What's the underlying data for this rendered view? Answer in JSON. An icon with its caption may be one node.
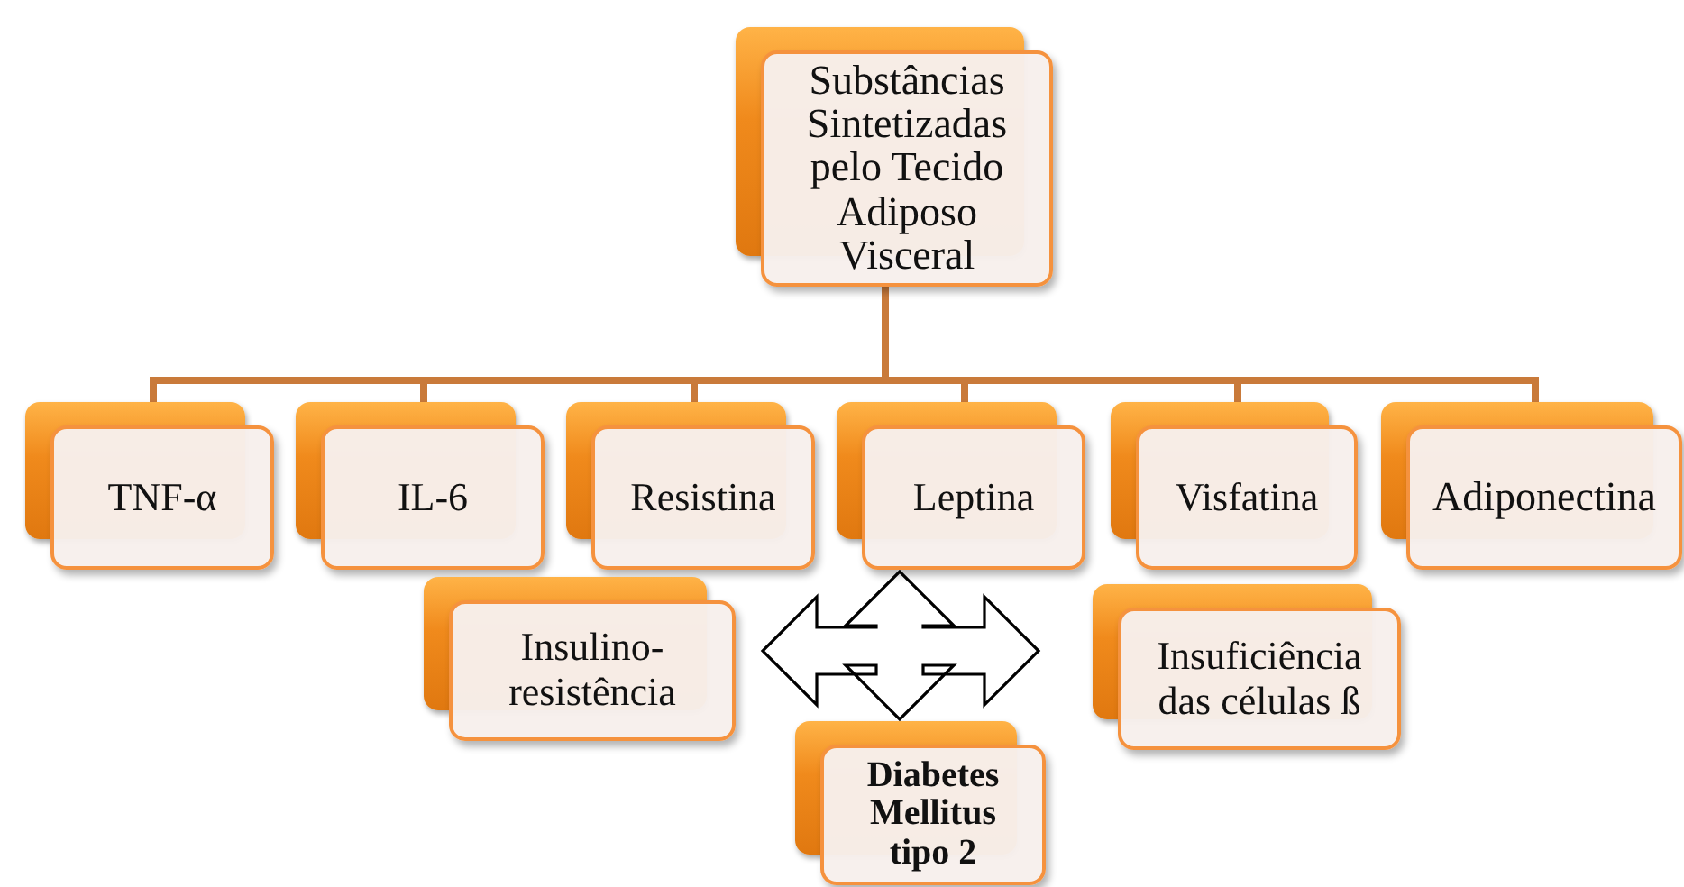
{
  "diagram": {
    "nodes": [
      {
        "text": [
          "Substâncias Sintetizadas pelo Tecido Adiposo Visceral"
        ]
      },
      {
        "text": [
          "TNF-α"
        ]
      },
      {
        "text": [
          "IL-6"
        ]
      },
      {
        "text": [
          "Resistina"
        ]
      },
      {
        "text": [
          "Leptina"
        ]
      },
      {
        "text": [
          "Visfatina"
        ]
      },
      {
        "text": [
          "Adiponectina"
        ]
      },
      {
        "text": [
          "Insulino-resistência"
        ]
      },
      {
        "text": [
          "Diabetes Mellitus tipo 2"
        ]
      },
      {
        "text": [
          "Insuficiência das células ß"
        ]
      }
    ],
    "edges": [
      {
        "from": 0,
        "to": 1,
        "arrow": "none"
      },
      {
        "from": 0,
        "to": 2,
        "arrow": "none"
      },
      {
        "from": 0,
        "to": 3,
        "arrow": "none"
      },
      {
        "from": 0,
        "to": 4,
        "arrow": "none"
      },
      {
        "from": 0,
        "to": 5,
        "arrow": "none"
      },
      {
        "from": 0,
        "to": 6,
        "arrow": "none"
      },
      {
        "from": 4,
        "to": 7,
        "arrow": "both"
      },
      {
        "from": 4,
        "to": 8,
        "arrow": "both"
      },
      {
        "from": 4,
        "to": 9,
        "arrow": "both"
      }
    ]
  }
}
